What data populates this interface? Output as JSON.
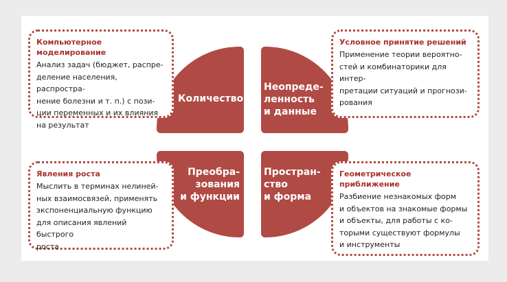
{
  "quadrants": {
    "top_left": "Количество",
    "top_right": "Неопреде-\nленность\nи данные",
    "bottom_left": "Преобра-\nзования\nи функции",
    "bottom_right": "Простран-\nство\nи форма"
  },
  "cards": {
    "top_left": {
      "title": "Компьютерное моделирование",
      "body": "Анализ задач (бюджет, распре-\nделение населения, распростра-\nнение болезни и т. п.) с пози-\nции переменных и их влияния\nна результат"
    },
    "top_right": {
      "title": "Условное принятие решений",
      "body": "Применение теории вероятно-\nстей и комбинаторики для интер-\nпретации ситуаций и прогнози-\nрования"
    },
    "bottom_left": {
      "title": "Явления роста",
      "body": "Мыслить в терминах нелиней-\nных взаимосвязей, применять\nэкспоненциальную функцию\nдля описания явлений быстрого\nроста"
    },
    "bottom_right": {
      "title": "Геометрическое приближение",
      "body": "Разбиение незнакомых форм\nи объектов на знакомые формы\nи объекты, для работы с ко-\nторыми существуют формулы\nи инструменты"
    }
  },
  "colors": {
    "accent": "#b04a44",
    "title_text": "#a8322c",
    "background": "#ececec",
    "panel": "#ffffff"
  }
}
